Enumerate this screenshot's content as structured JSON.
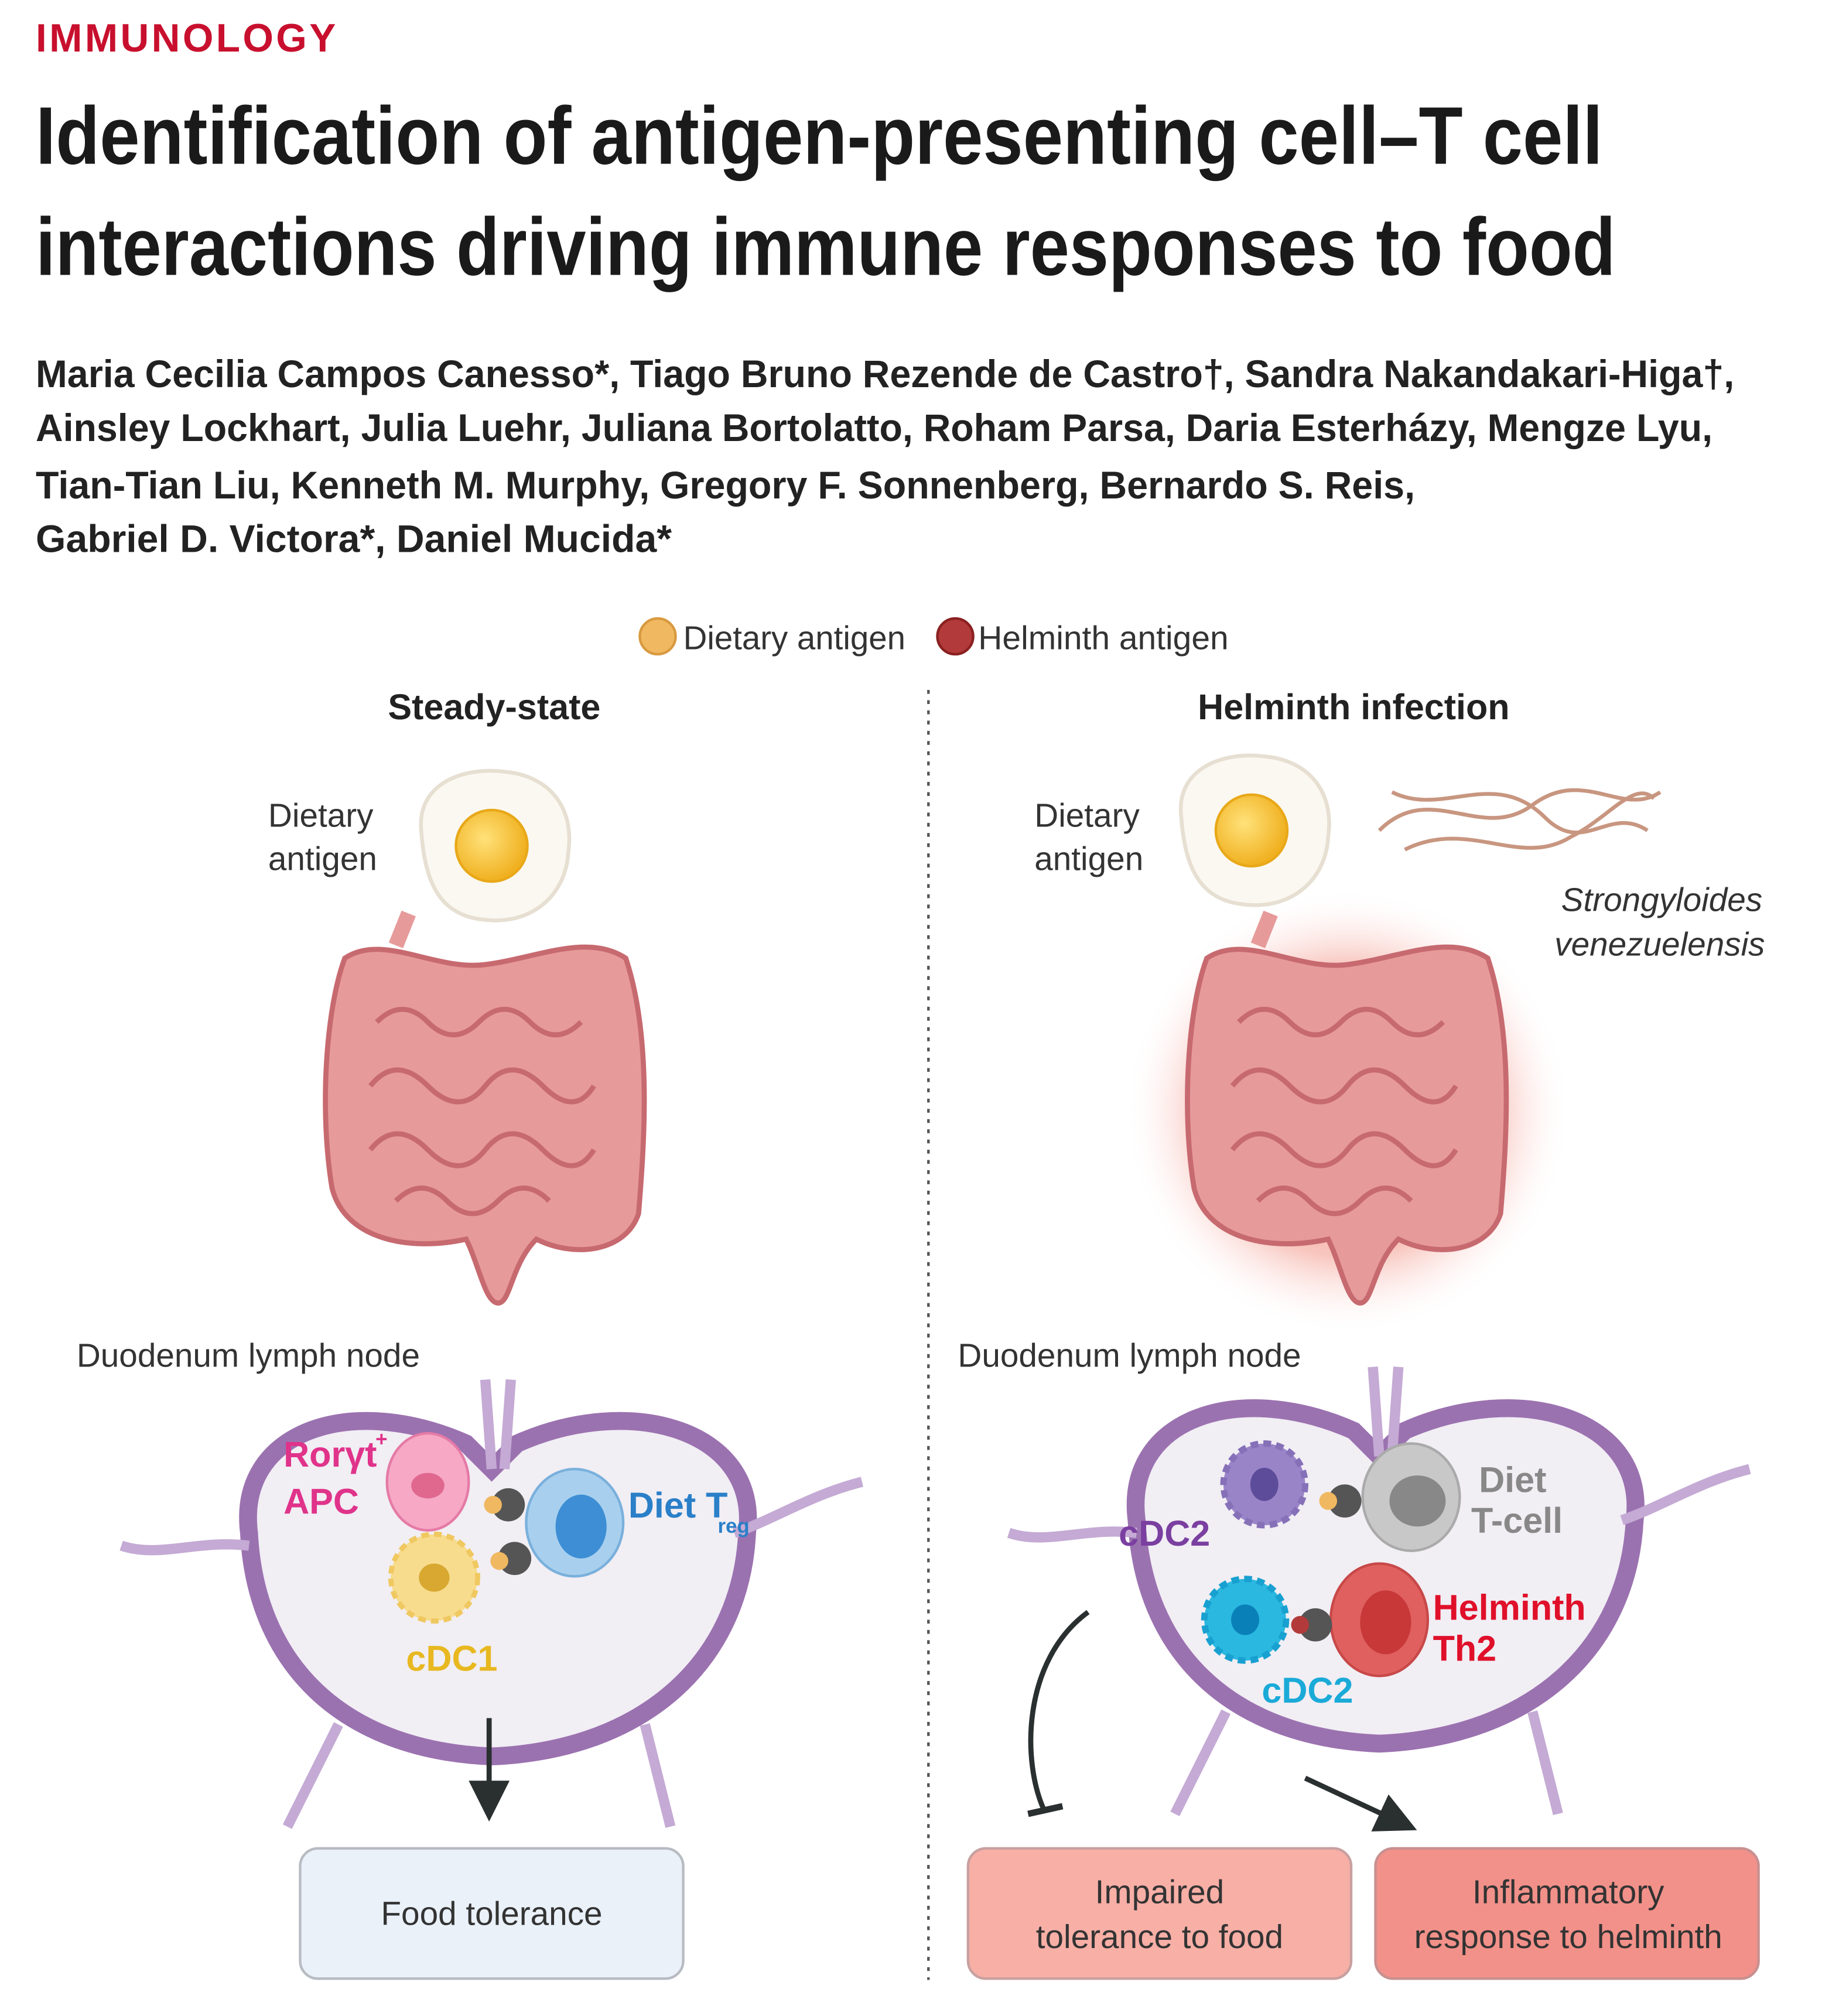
{
  "section_label": "IMMUNOLOGY",
  "title": {
    "line1": "Identification of antigen-presenting cell–T cell",
    "line2": "interactions driving immune responses to food"
  },
  "authors": {
    "line1": "Maria Cecilia Campos Canesso*, Tiago Bruno Rezende de Castro†, Sandra Nakandakari-Higa†,",
    "line2": "Ainsley Lockhart, Julia Luehr, Juliana Bortolatto, Roham Parsa, Daria Esterházy, Mengze Lyu,",
    "line3": "Tian-Tian Liu, Kenneth M. Murphy, Gregory F. Sonnenberg, Bernardo S. Reis,",
    "line4": "Gabriel D. Victora*, Daniel Mucida*"
  },
  "legend": {
    "dietary": "Dietary antigen",
    "helminth": "Helminth antigen"
  },
  "steady": {
    "heading": "Steady-state",
    "antigen_label_1": "Dietary",
    "antigen_label_2": "antigen",
    "node_label": "Duodenum lymph node",
    "apc_1": "Rorγt",
    "apc_sup": "+",
    "apc_2": "APC",
    "treg": "Diet T",
    "treg_sub": "reg",
    "cdc1": "cDC1",
    "outcome": "Food tolerance"
  },
  "helminth": {
    "heading": "Helminth infection",
    "antigen_label_1": "Dietary",
    "antigen_label_2": "antigen",
    "species_1": "Strongyloides",
    "species_2": "venezuelensis",
    "node_label": "Duodenum lymph node",
    "cdc2_a": "cDC2",
    "diet_t_1": "Diet",
    "diet_t_2": "T-cell",
    "th2_1": "Helminth",
    "th2_2": "Th2",
    "cdc2_b": "cDC2",
    "outcome_1_line1": "Impaired",
    "outcome_1_line2": "tolerance to food",
    "outcome_2_line1": "Inflammatory",
    "outcome_2_line2": "response to helminth"
  },
  "colors": {
    "section": "#c8102e",
    "dietary_antigen": "#f0b860",
    "helminth_antigen": "#b33a3a",
    "apc": "#e0338a",
    "treg": "#2a7fc8",
    "cdc1": "#e8b820",
    "cdc2_purple": "#7a3fa0",
    "cdc2_cyan": "#1aaad8",
    "th2": "#e0102a",
    "node": "#9b72b0"
  }
}
